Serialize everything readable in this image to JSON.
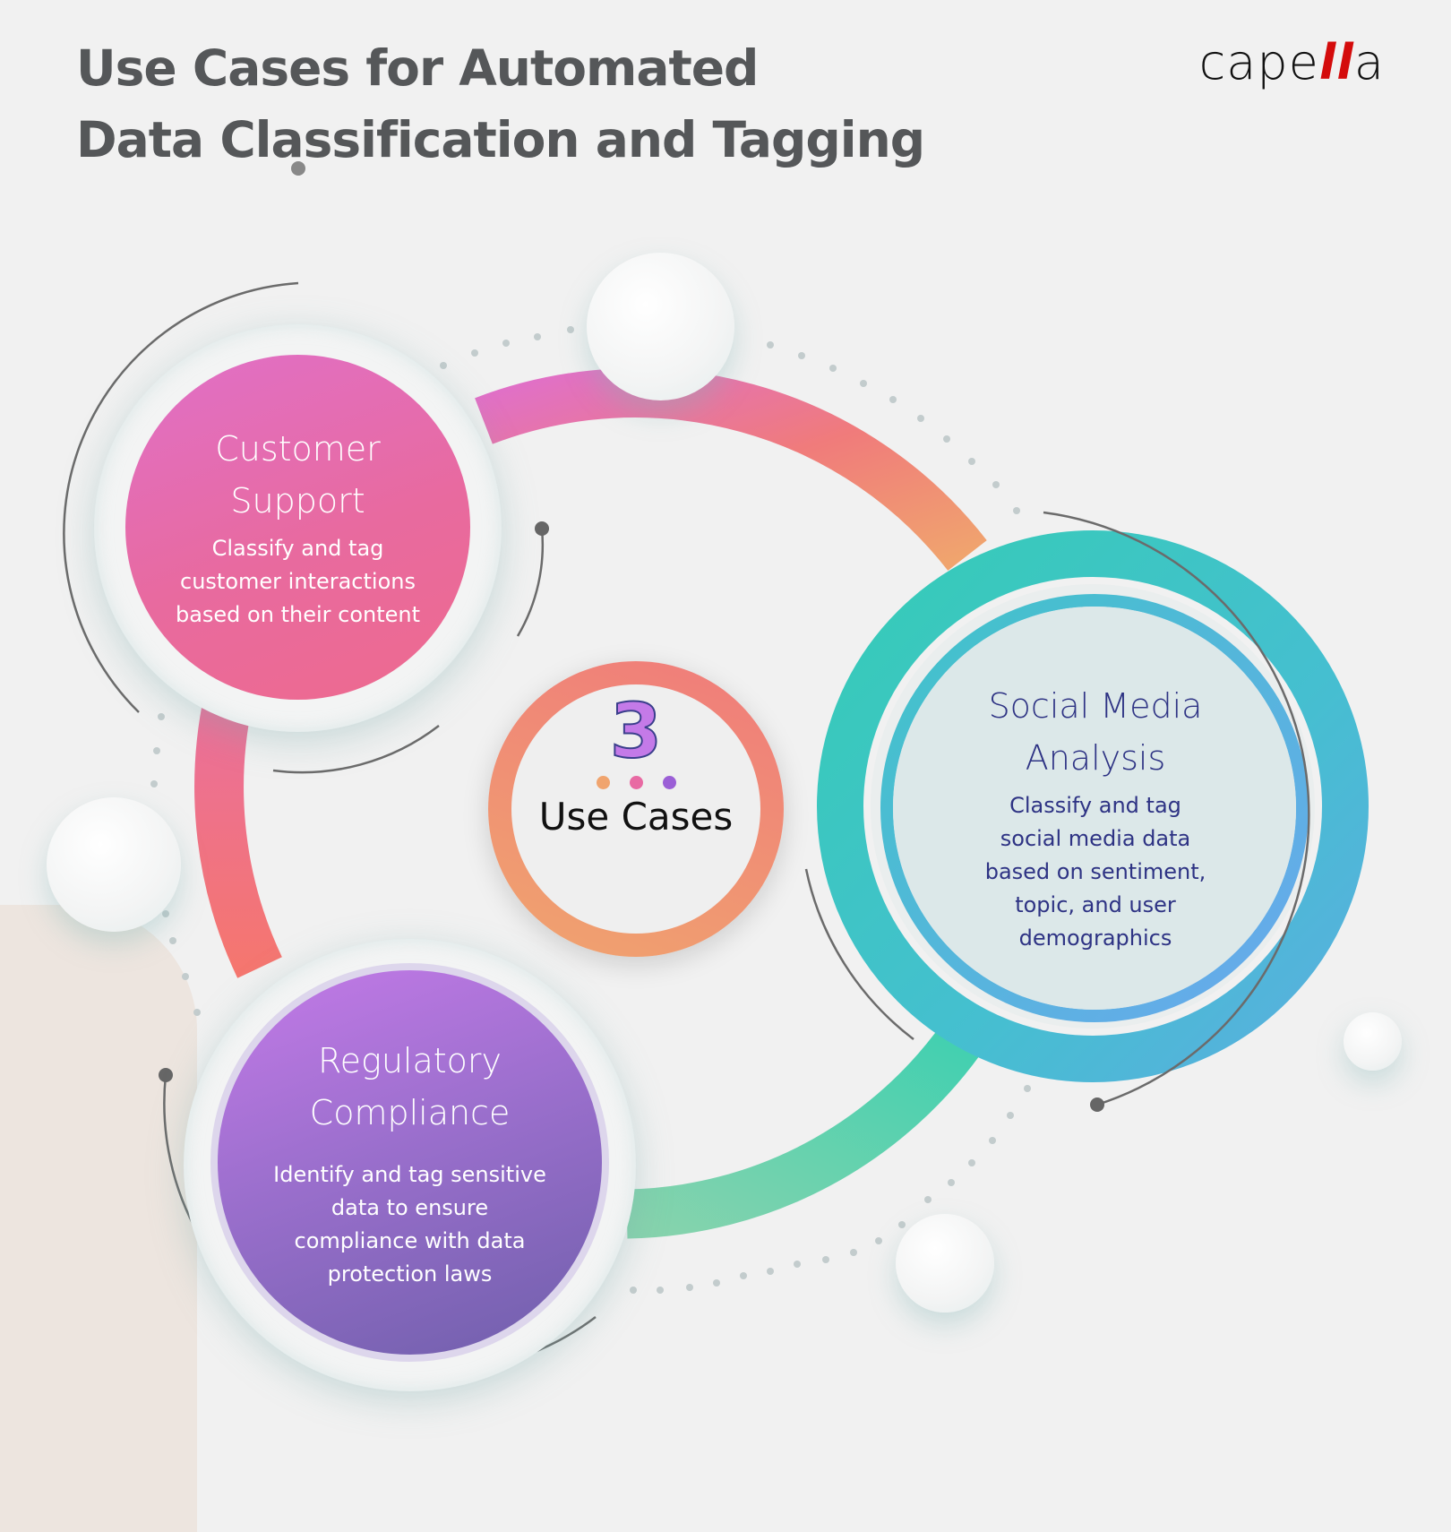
{
  "header": {
    "title_line1": "Use Cases for Automated",
    "title_line2": "Data Classification and Tagging",
    "logo_text_prefix": "cape",
    "logo_text_mark": "ll",
    "logo_text_suffix": "a"
  },
  "center": {
    "number": "3",
    "label": "Use Cases",
    "dot_colors": [
      "#f0a46e",
      "#e86aa3",
      "#9b5fd6"
    ]
  },
  "use_cases": [
    {
      "title_line1": "Customer",
      "title_line2": "Support",
      "desc_line1": "Classify and tag",
      "desc_line2": "customer interactions",
      "desc_line3": "based on their content",
      "color": "#e86aa3"
    },
    {
      "title_line1": "Social Media",
      "title_line2": "Analysis",
      "desc_line1": "Classify and tag",
      "desc_line2": "social media data",
      "desc_line3": "based on sentiment,",
      "desc_line4": "topic, and user",
      "desc_line5": "demographics",
      "color": "#3ecbb8"
    },
    {
      "title_line1": "Regulatory",
      "title_line2": "Compliance",
      "desc_line1": "Identify and tag sensitive",
      "desc_line2": "data to ensure",
      "desc_line3": "compliance with data",
      "desc_line4": "protection laws",
      "color": "#9b6fcd"
    }
  ],
  "colors": {
    "background": "#f1f1f1",
    "title": "#555759",
    "logo_accent": "#d40b0b",
    "social_text": "#2e3384"
  }
}
